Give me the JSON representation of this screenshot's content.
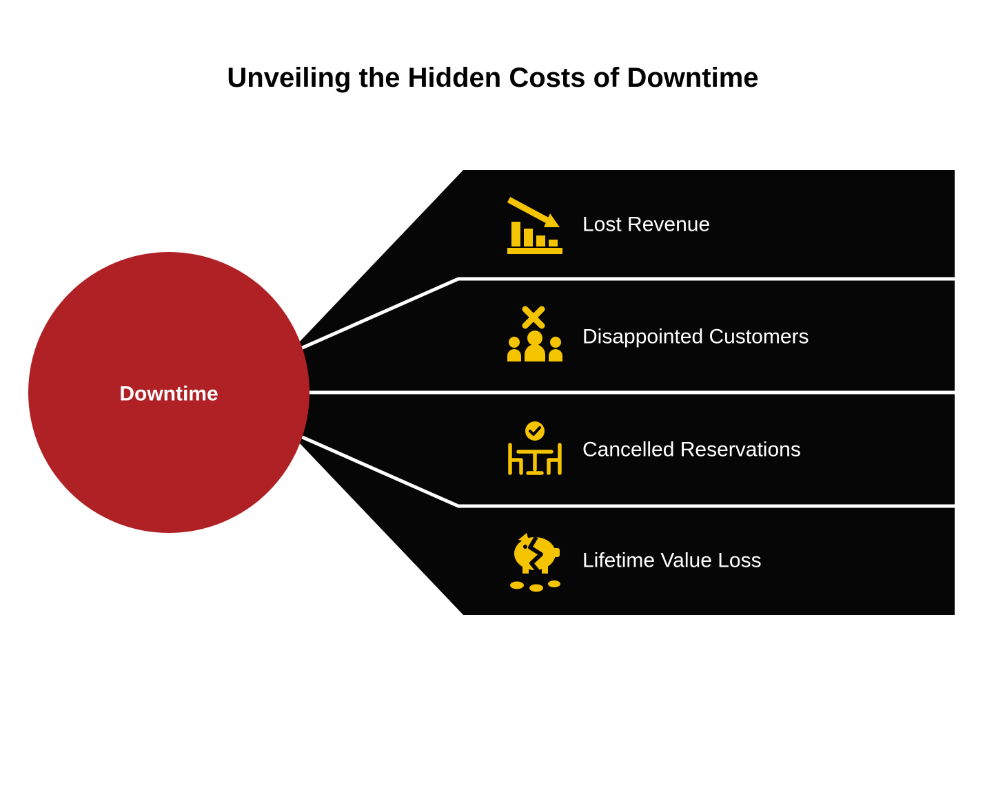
{
  "title": "Unveiling the Hidden Costs of Downtime",
  "center_node": {
    "label": "Downtime"
  },
  "items": [
    {
      "label": "Lost Revenue",
      "icon": "declining-bar-chart-icon"
    },
    {
      "label": "Disappointed Customers",
      "icon": "disappointed-customers-icon"
    },
    {
      "label": "Cancelled Reservations",
      "icon": "table-reservation-icon"
    },
    {
      "label": "Lifetime Value Loss",
      "icon": "broken-piggy-bank-icon"
    }
  ],
  "colors": {
    "background": "#FFFFFF",
    "band": "#060606",
    "circle": "#B02125",
    "accent": "#F5C400",
    "label_text": "#FFFFFF",
    "title_text": "#000000",
    "separator": "#FFFFFF"
  }
}
